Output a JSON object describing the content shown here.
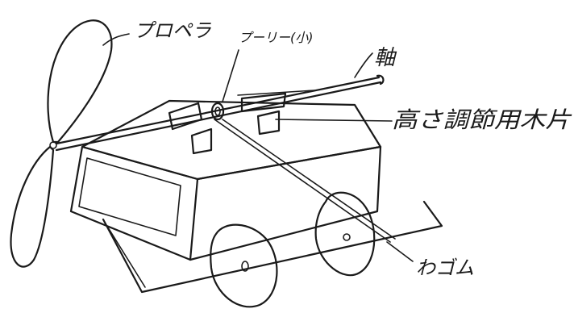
{
  "labels": {
    "propeller": "プロペラ",
    "pulley": "プーリー(小)",
    "shaft": "軸",
    "height_block": "高さ調節用木片",
    "rubber_band": "わゴム"
  },
  "colors": {
    "ink": "#1a1a1a",
    "paper": "#ffffff"
  }
}
